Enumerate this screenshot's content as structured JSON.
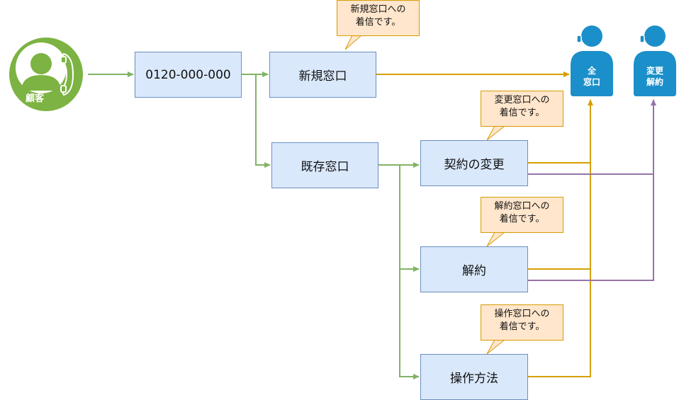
{
  "customer": {
    "label": "顧客",
    "color": "#7cb342"
  },
  "nodes": {
    "phone": "0120-000-000",
    "new_window": "新規窓口",
    "existing_window": "既存窓口",
    "change_contract": "契約の変更",
    "cancel": "解約",
    "operation": "操作方法"
  },
  "callouts": {
    "new": {
      "line1": "新規窓口への",
      "line2": "着信です。"
    },
    "change": {
      "line1": "変更窓口への",
      "line2": "着信です。"
    },
    "cancel": {
      "line1": "解約窓口への",
      "line2": "着信です。"
    },
    "operation": {
      "line1": "操作窓口への",
      "line2": "着信です。"
    }
  },
  "agents": {
    "all": {
      "line1": "全",
      "line2": "窓口"
    },
    "change": {
      "line1": "変更",
      "line2": "解約"
    }
  },
  "colors": {
    "box_fill": "#dae8fc",
    "box_border": "#6c8ebf",
    "callout_fill": "#ffe6cc",
    "callout_border": "#d79b00",
    "edge_green": "#82b366",
    "edge_orange": "#d6a000",
    "edge_purple": "#9673a6",
    "agent": "#1b8fc9"
  }
}
